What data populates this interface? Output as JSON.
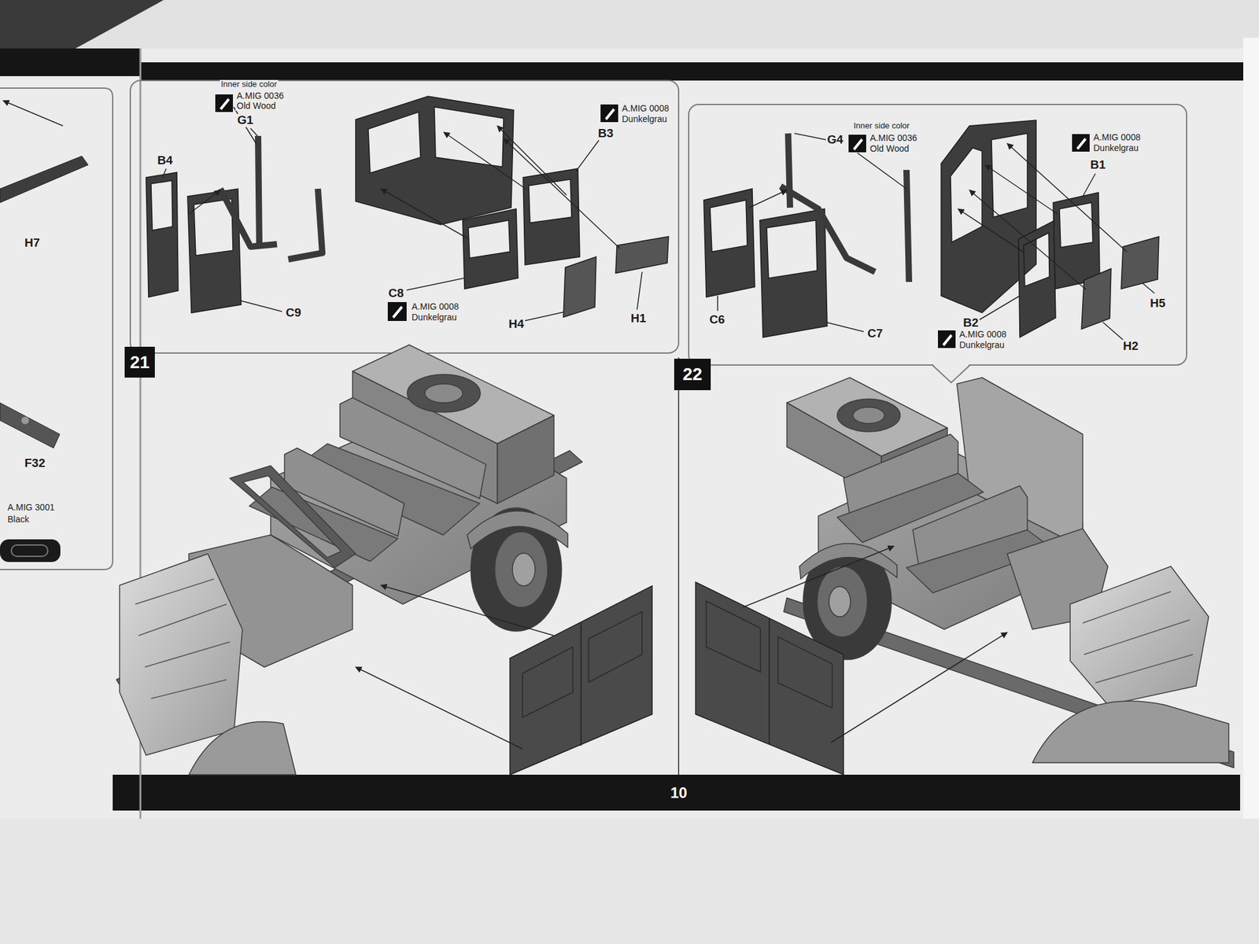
{
  "diagram": {
    "nodes": [
      {
        "text": [
          "21"
        ]
      },
      {
        "text": [
          "22"
        ]
      }
    ],
    "labels": [
      "H7",
      "F32",
      "A.MIG 3001",
      "Black",
      "Inner side color",
      "A.MIG 0036",
      "Old Wood",
      "G1",
      "B4",
      "A.MIG 0008",
      "Dunkelgrau",
      "B3",
      "C8",
      "A.MIG 0008",
      "Dunkelgrau",
      "C9",
      "H4",
      "H1",
      "G4",
      "Inner side color",
      "A.MIG 0036",
      "Old Wood",
      "A.MIG 0008",
      "Dunkelgrau",
      "B1",
      "C6",
      "C7",
      "H5",
      "B2",
      "A.MIG 0008",
      "Dunkelgrau",
      "H2",
      "10"
    ]
  }
}
